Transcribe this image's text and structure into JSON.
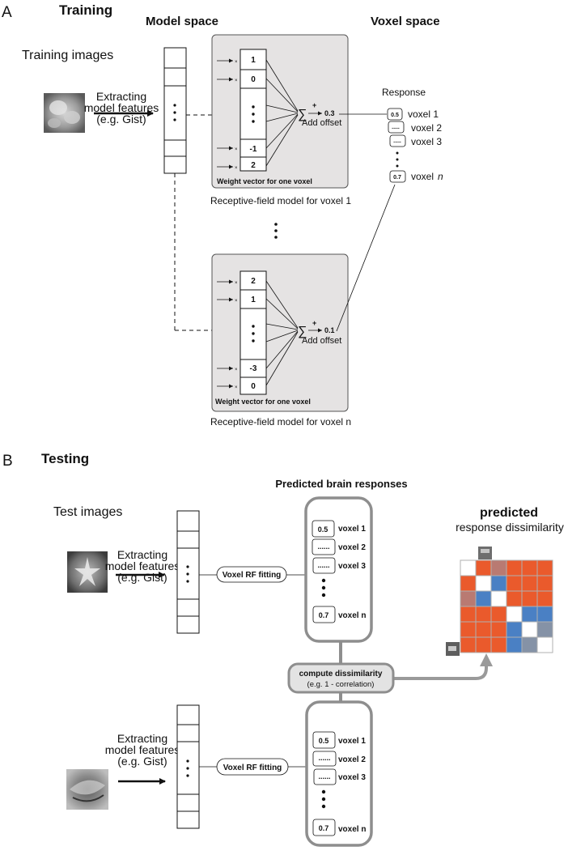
{
  "panel_a": {
    "letter": "A",
    "title": "Training",
    "model_space": "Model space",
    "voxel_space": "Voxel space",
    "training_images": "Training images",
    "extract_line1": "Extracting",
    "extract_line2": "model features",
    "extract_line3": "(e.g. Gist)",
    "response_label": "Response",
    "rf1": {
      "weights": [
        "1",
        "0",
        "-1",
        "2"
      ],
      "output": "0.3",
      "plus": "+",
      "add_offset": "Add offset",
      "weight_caption": "Weight vector for one voxel",
      "caption": "Receptive-field model for voxel 1"
    },
    "rf2": {
      "weights": [
        "2",
        "1",
        "-3",
        "0"
      ],
      "output": "0.1",
      "plus": "+",
      "add_offset": "Add offset",
      "weight_caption": "Weight vector for one voxel",
      "caption": "Receptive-field model for voxel n"
    },
    "responses": [
      {
        "value": "0.5",
        "label": "voxel 1"
      },
      {
        "value": ".....",
        "label": "voxel 2"
      },
      {
        "value": ".....",
        "label": "voxel 3"
      }
    ],
    "last_response": {
      "value": "0.7",
      "label": "voxel",
      "label_italic": "n"
    }
  },
  "panel_b": {
    "letter": "B",
    "title": "Testing",
    "predicted_responses": "Predicted brain responses",
    "test_images": "Test images",
    "extract_line1": "Extracting",
    "extract_line2": "model features",
    "extract_line3": "(e.g. Gist)",
    "rf_fitting": "Voxel RF fitting",
    "upper_responses": [
      {
        "value": "0.5",
        "label": "voxel 1"
      },
      {
        "value": "......",
        "label": "voxel 2"
      },
      {
        "value": "......",
        "label": "voxel 3"
      },
      {
        "value": "0.7",
        "label": "voxel n"
      }
    ],
    "lower_responses": [
      {
        "value": "0.5",
        "label": "voxel 1"
      },
      {
        "value": "......",
        "label": "voxel 2"
      },
      {
        "value": "......",
        "label": "voxel 3"
      },
      {
        "value": "0.7",
        "label": "voxel n"
      }
    ],
    "compute_line1": "compute dissimilarity",
    "compute_line2": "(e.g. 1 - correlation)",
    "predicted_title": "predicted",
    "predicted_subtitle": "response dissimilarity",
    "rdm": {
      "colors": {
        "r": "#ea5a2c",
        "p": "#b97a72",
        "b": "#4a80c4",
        "g": "#8592a6",
        "w": "#ffffff"
      },
      "grid": [
        [
          "w",
          "r",
          "p",
          "r",
          "r",
          "r"
        ],
        [
          "r",
          "w",
          "b",
          "r",
          "r",
          "r"
        ],
        [
          "p",
          "b",
          "w",
          "r",
          "r",
          "r"
        ],
        [
          "r",
          "r",
          "r",
          "w",
          "b",
          "b"
        ],
        [
          "r",
          "r",
          "r",
          "b",
          "w",
          "g"
        ],
        [
          "r",
          "r",
          "r",
          "b",
          "g",
          "w"
        ]
      ]
    }
  }
}
